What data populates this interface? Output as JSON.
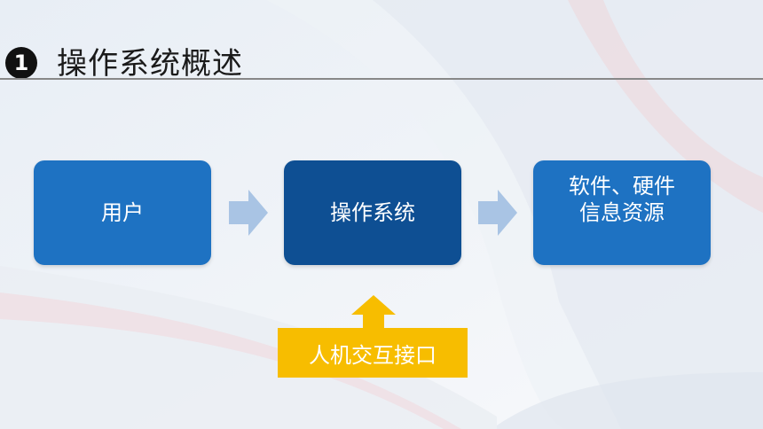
{
  "header": {
    "number": "1",
    "title": "操作系统概述"
  },
  "diagram": {
    "user_label": "用户",
    "os_label": "操作系统",
    "resources_line1": "软件、硬件",
    "resources_line2": "信息资源",
    "interface_label": "人机交互接口"
  },
  "colors": {
    "box_blue": "#1e72c2",
    "box_dark_blue": "#0e4f93",
    "arrow_light_blue": "#a9c4e4",
    "interface_yellow": "#f7bd00"
  }
}
